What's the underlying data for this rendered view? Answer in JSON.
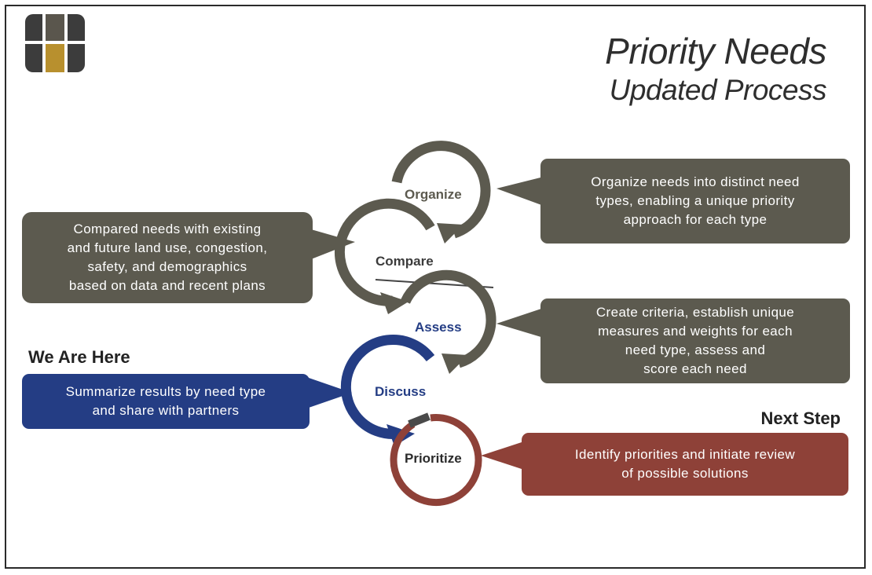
{
  "title": {
    "line1": "Priority Needs",
    "line2": "Updated Process"
  },
  "stages": [
    {
      "label": "Organize",
      "color": "#5c5a4f"
    },
    {
      "label": "Compare",
      "color": "#3b3b3b"
    },
    {
      "label": "Assess",
      "color": "#243d84"
    },
    {
      "label": "Discuss",
      "color": "#243d84"
    },
    {
      "label": "Prioritize",
      "color": "#2b2b2b"
    }
  ],
  "callouts": {
    "organize": "Organize needs into distinct need\ntypes, enabling a unique priority\napproach for each type",
    "compare": "Compared needs with existing\nand future land use, congestion,\nsafety, and demographics\nbased on data and recent plans",
    "assess": "Create criteria, establish unique\nmeasures and weights for each\nneed type, assess and\nscore each need",
    "discuss": "Summarize results by need type\nand share with partners",
    "prioritize": "Identify priorities and initiate review\nof possible solutions"
  },
  "headings": {
    "we_are_here": "We Are Here",
    "next_step": "Next Step"
  },
  "colors": {
    "olive": "#5c5a4f",
    "blue": "#243d84",
    "red": "#8e4138",
    "dark_text": "#2e2e2e"
  },
  "logo": {
    "icon": "grid-logo-icon",
    "colors": [
      "#3c3c3c",
      "#5a564d",
      "#3c3c3c",
      "#3c3c3c",
      "#b8902e",
      "#3c3c3c"
    ]
  }
}
